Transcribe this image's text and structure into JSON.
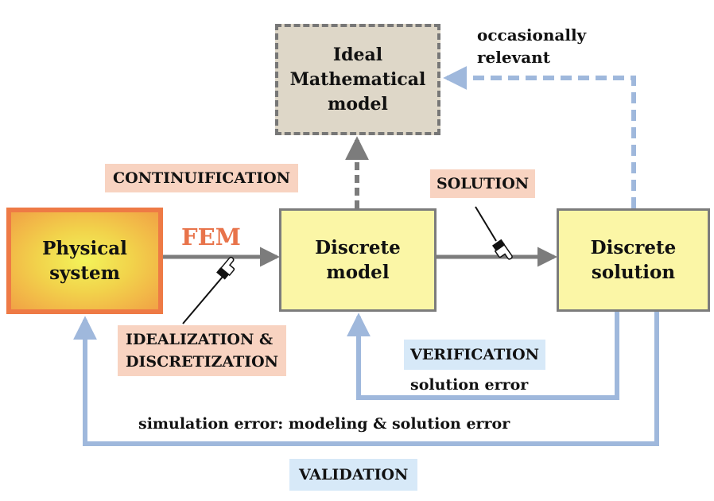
{
  "boxes": {
    "ideal_model": "Ideal\nMathematical\nmodel",
    "physical_system": "Physical\nsystem",
    "discrete_model": "Discrete\nmodel",
    "discrete_solution": "Discrete\nsolution"
  },
  "labels": {
    "fem": "FEM",
    "continuification": "CONTINUIFICATION",
    "solution": "SOLUTION",
    "occasionally_relevant": "occasionally\nrelevant",
    "idealization": "IDEALIZATION &\nDISCRETIZATION",
    "verification": "VERIFICATION",
    "solution_error": "solution error",
    "simulation_error": "simulation error:  modeling & solution error",
    "validation": "VALIDATION"
  },
  "colors": {
    "arrow_gray": "#7c7c7c",
    "arrow_blue": "#9fb8dc",
    "fem_accent": "#e8734a",
    "tag_salmon": "#f8d3c1",
    "tag_blue": "#d7e9f8"
  }
}
